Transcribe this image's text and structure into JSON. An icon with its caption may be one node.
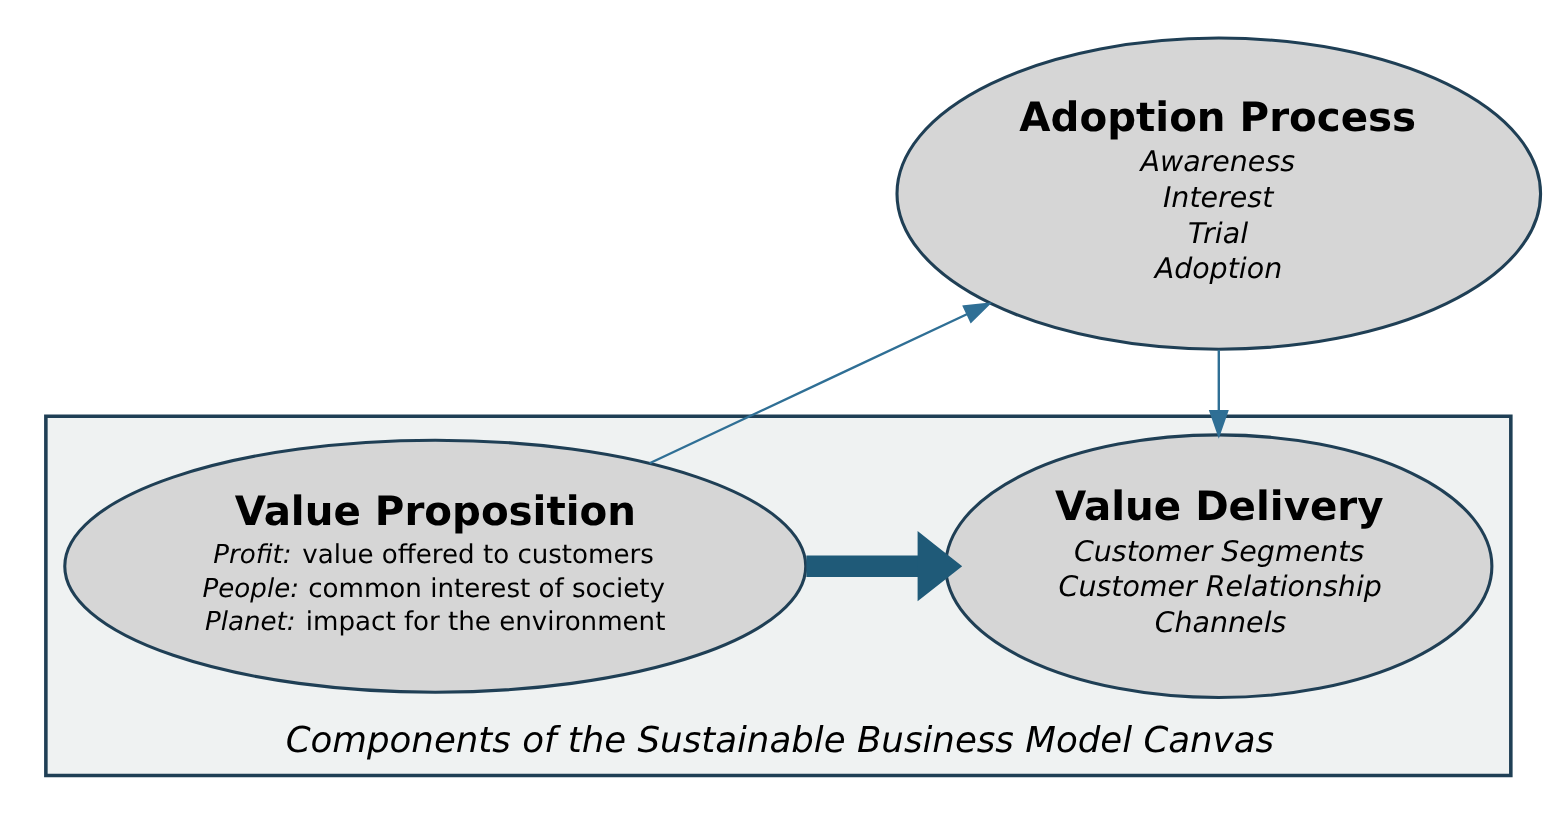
{
  "diagram": {
    "nodes": [
      {
        "text": [
          "Components of the Sustainable Business Model Canvas"
        ]
      },
      {
        "text": [
          "Adoption Process",
          "Awareness",
          "Interest",
          "Trial",
          "Adoption"
        ]
      },
      {
        "text": [
          "Value Proposition",
          "*Profit:* value offered to customers",
          "*People:* common interest of society",
          "*Planet:* impact for the environment"
        ],
        "in": 0
      },
      {
        "text": [
          "Value Delivery",
          "Customer Segments",
          "Customer Relationship",
          "Channels"
        ],
        "in": 0
      }
    ],
    "edges": [
      {
        "from": 2,
        "to": 1,
        "arrow": "to"
      },
      {
        "from": 1,
        "to": 3,
        "arrow": "to"
      },
      {
        "from": 2,
        "to": 3,
        "arrow": "to",
        "style": "thick",
        "color": "#1f5a78"
      }
    ]
  }
}
